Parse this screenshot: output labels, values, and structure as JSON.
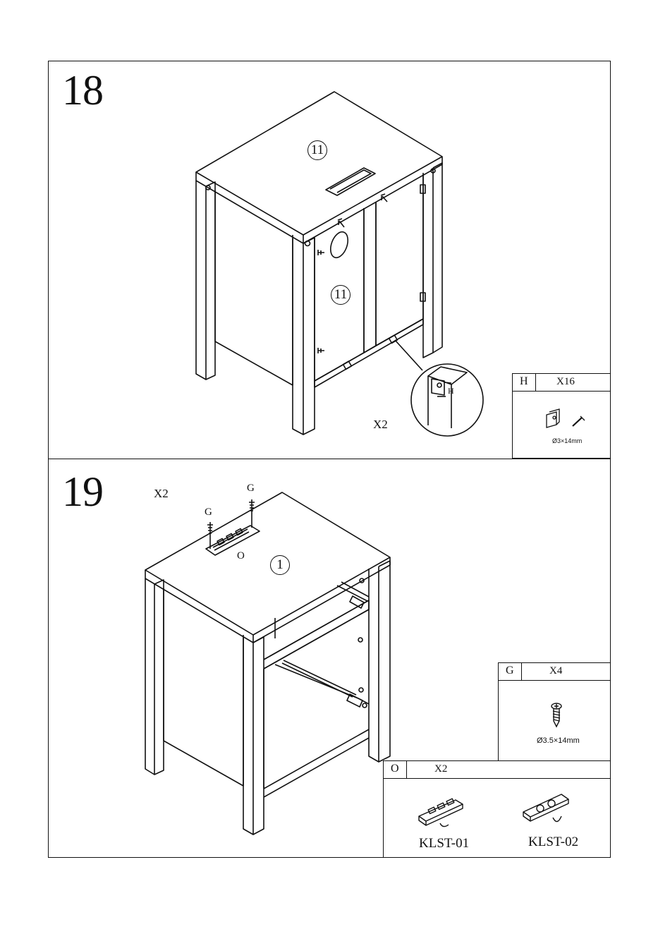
{
  "step18": {
    "number": "18",
    "callout_top": "11",
    "callout_side": "11",
    "detail_label": "H",
    "quantity": "X2",
    "hardware": {
      "code": "H",
      "qty": "X16",
      "spec": "Ø3×14mm",
      "icon": "bracket-and-screw-icon"
    }
  },
  "step19": {
    "number": "19",
    "quantity": "X2",
    "screw_label_left": "G",
    "screw_label_right": "G",
    "socket_label": "O",
    "callout_top": "1",
    "hardware_g": {
      "code": "G",
      "qty": "X4",
      "spec": "Ø3.5×14mm",
      "icon": "screw-icon"
    },
    "hardware_o": {
      "code": "O",
      "qty": "X2",
      "models": [
        {
          "name": "KLST-01",
          "icon": "usb-power-strip-icon"
        },
        {
          "name": "KLST-02",
          "icon": "outlet-power-strip-icon"
        }
      ]
    }
  }
}
